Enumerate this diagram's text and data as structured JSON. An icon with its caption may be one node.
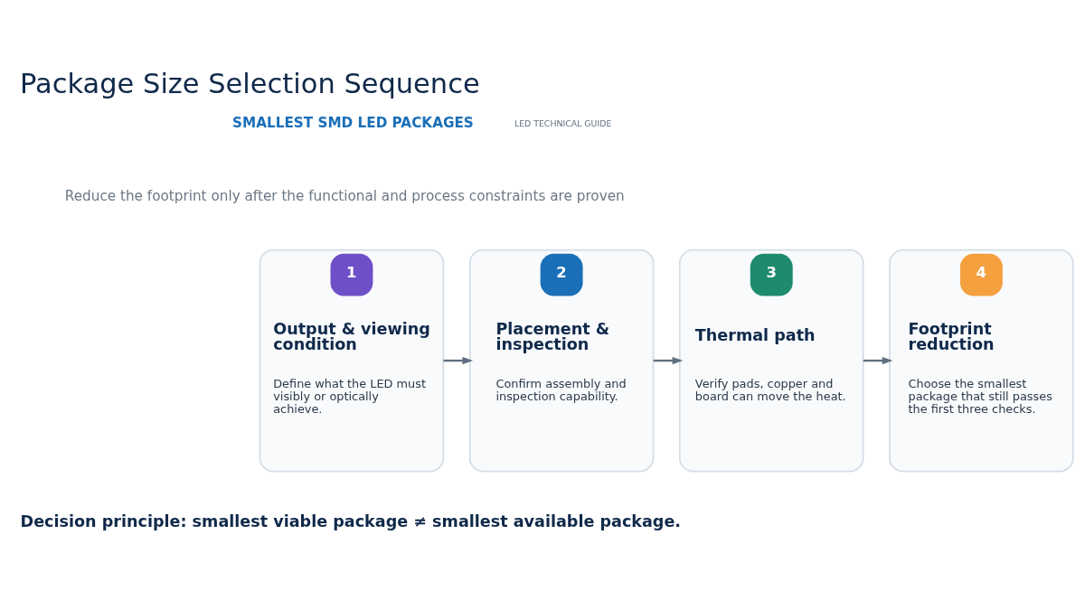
{
  "diagram": {
    "title": "Package Size Selection Sequence",
    "nodes": [
      {
        "text": [
          "1",
          "Output & viewing condition",
          "Define what the LED must visibly or optically achieve."
        ]
      },
      {
        "text": [
          "2",
          "Placement & inspection",
          "Confirm assembly and inspection capability."
        ]
      },
      {
        "text": [
          "3",
          "Thermal path",
          "Verify pads, copper and board can move the heat."
        ]
      },
      {
        "text": [
          "4",
          "Footprint reduction",
          "Choose the smallest package that still passes the first three checks."
        ]
      }
    ],
    "edges": [
      {
        "from": 0,
        "to": 1,
        "arrow": "to"
      },
      {
        "from": 1,
        "to": 2,
        "arrow": "to"
      },
      {
        "from": 2,
        "to": 3,
        "arrow": "to"
      }
    ],
    "labels": [
      "SMALLEST SMD LED PACKAGES",
      "LED TECHNICAL GUIDE",
      "Reduce the footprint only after the functional and process constraints are proven",
      "Decision principle: smallest viable package ≠ smallest available package."
    ]
  }
}
